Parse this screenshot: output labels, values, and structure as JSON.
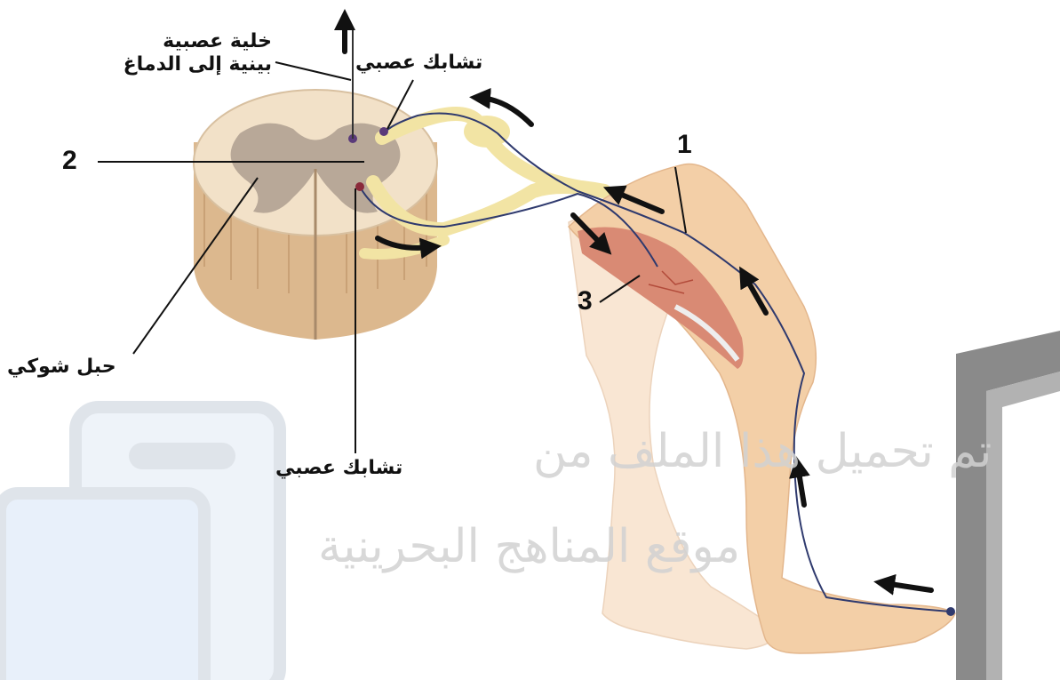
{
  "labels": {
    "interneuron": "خلية عصبية\nبينية إلى الدماغ",
    "synapse_top": "تشابك عصبي",
    "synapse_bottom": "تشابك عصبي",
    "spinal_cord": "حبل شوكي",
    "num_1": "1",
    "num_2": "2",
    "num_3": "3"
  },
  "watermark": {
    "line1": "تم تحميل هذا الملف من",
    "line2": "موقع المناهج البحرينية"
  },
  "colors": {
    "cord_white": "#f2e1c8",
    "cord_grey": "#b8a898",
    "cord_side": "#dcb88e",
    "nerve": "#f2e4a4",
    "leg_front": "#f3cfa7",
    "leg_back": "#f9e6d3",
    "muscle": "#d98a74",
    "neuron_line": "#2f3a6e",
    "arrow": "#111111",
    "table": "#7a7a7a",
    "watermark_logo": "#e3ecf7"
  }
}
